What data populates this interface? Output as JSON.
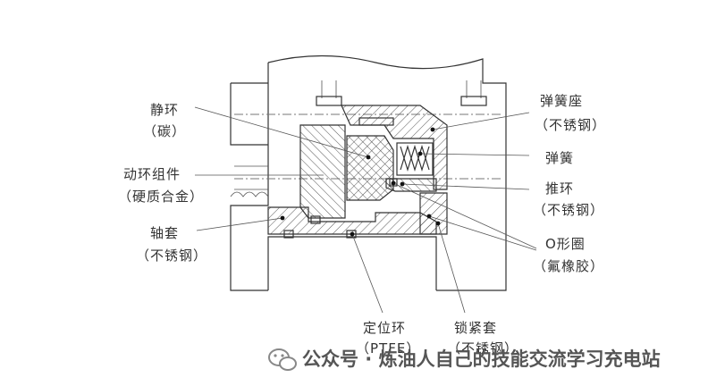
{
  "labels": {
    "stationary_ring": "静环",
    "stationary_ring_material": "（碳）",
    "rotating_assembly": "动环组件",
    "rotating_assembly_material": "（硬质合金）",
    "shaft_sleeve": "轴套",
    "shaft_sleeve_material": "（不锈钢）",
    "spring_seat": "弹簧座",
    "spring_seat_material": "（不锈钢）",
    "spring": "弹簧",
    "push_ring": "推环",
    "push_ring_material": "（不锈钢）",
    "o_ring": "O形圈",
    "o_ring_material": "（氟橡胶）",
    "locating_ring": "定位环",
    "locating_ring_material": "（PTFE）",
    "lock_sleeve": "锁紧套",
    "lock_sleeve_material": "（不锈钢）"
  },
  "watermark": {
    "icon": "wechat-icon",
    "text": "公众号 · 炼油人自己的技能交流学习充电站"
  }
}
